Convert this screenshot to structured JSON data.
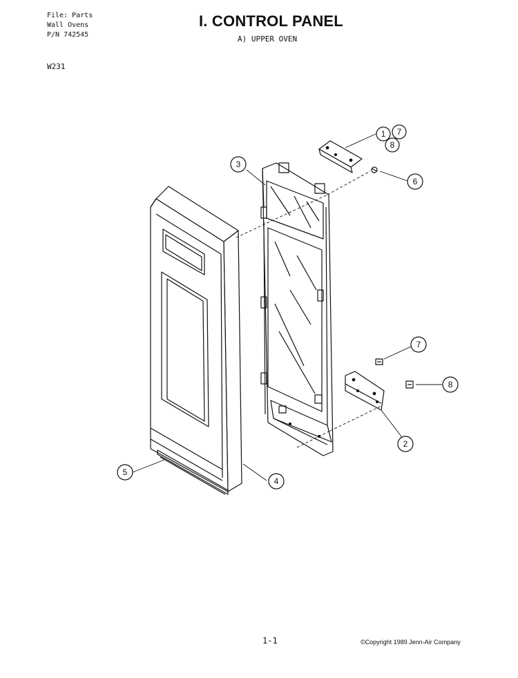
{
  "header": {
    "file_line": "File: Parts",
    "category_line": "Wall Ovens",
    "part_number_line": "P/N 742545",
    "model": "W231",
    "title": "I. CONTROL PANEL",
    "subtitle": "A)  UPPER OVEN"
  },
  "callouts": {
    "c1": "1",
    "c7a": "7",
    "c8a": "8",
    "c2": "2",
    "c3": "3",
    "c4": "4",
    "c5": "5",
    "c6": "6",
    "c7b": "7",
    "c8b": "8"
  },
  "footer": {
    "page_number": "1-1",
    "copyright": "©Copyright 1989 Jenn-Air Company"
  }
}
